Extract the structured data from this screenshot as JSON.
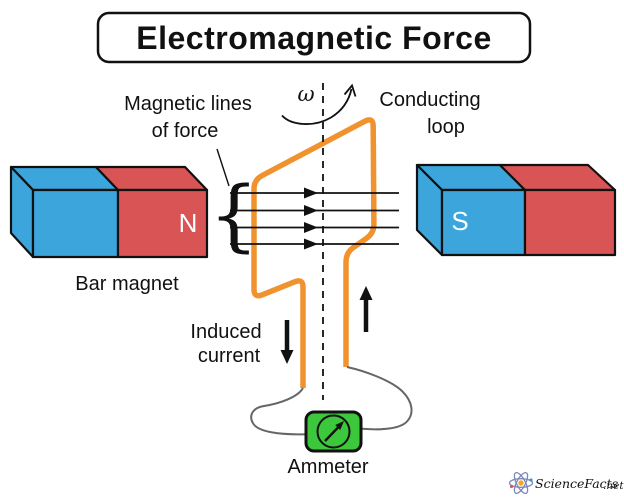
{
  "title": "Electromagnetic Force",
  "labels": {
    "field_lines_line1": "Magnetic lines",
    "field_lines_line2": "of force",
    "conducting_loop_line1": "Conducting",
    "conducting_loop_line2": "loop",
    "angular_velocity": "ω",
    "bar_magnet": "Bar magnet",
    "north_pole": "N",
    "south_pole": "S",
    "induced_current_line1": "Induced",
    "induced_current_line2": "current",
    "ammeter": "Ammeter",
    "field_lines_brace": "{"
  },
  "watermark": {
    "brand": "ScienceFacts",
    "tld": ".net"
  },
  "colors": {
    "magnet_blue": "#3BA5DC",
    "magnet_red": "#D95454",
    "loop_orange": "#F0922E",
    "ammeter_green": "#3DC73D",
    "wire_grey": "#666666",
    "ink_black": "#111111",
    "brand_navy": "#272C5B",
    "brand_orange": "#F08A2D"
  }
}
